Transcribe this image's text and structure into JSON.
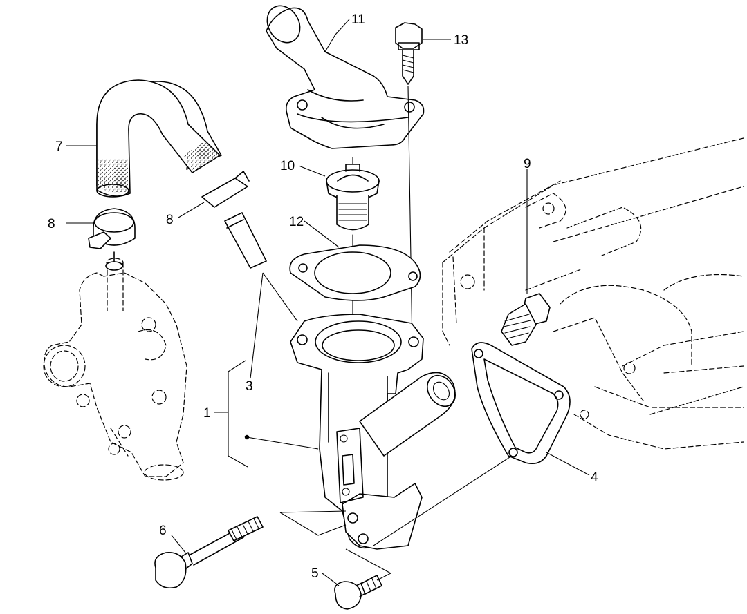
{
  "diagram": {
    "callouts": {
      "c1": "1",
      "c3": "3",
      "c4": "4",
      "c5": "5",
      "c6": "6",
      "c7": "7",
      "c8a": "8",
      "c8b": "8",
      "c9": "9",
      "c10": "10",
      "c11": "11",
      "c12": "12",
      "c13": "13"
    },
    "icons": [
      "outlet-elbow",
      "thermostat",
      "gasket",
      "thermostat-housing",
      "bypass-hose",
      "hose-clamp",
      "bolt",
      "plug",
      "water-pump",
      "cylinder-head"
    ]
  }
}
